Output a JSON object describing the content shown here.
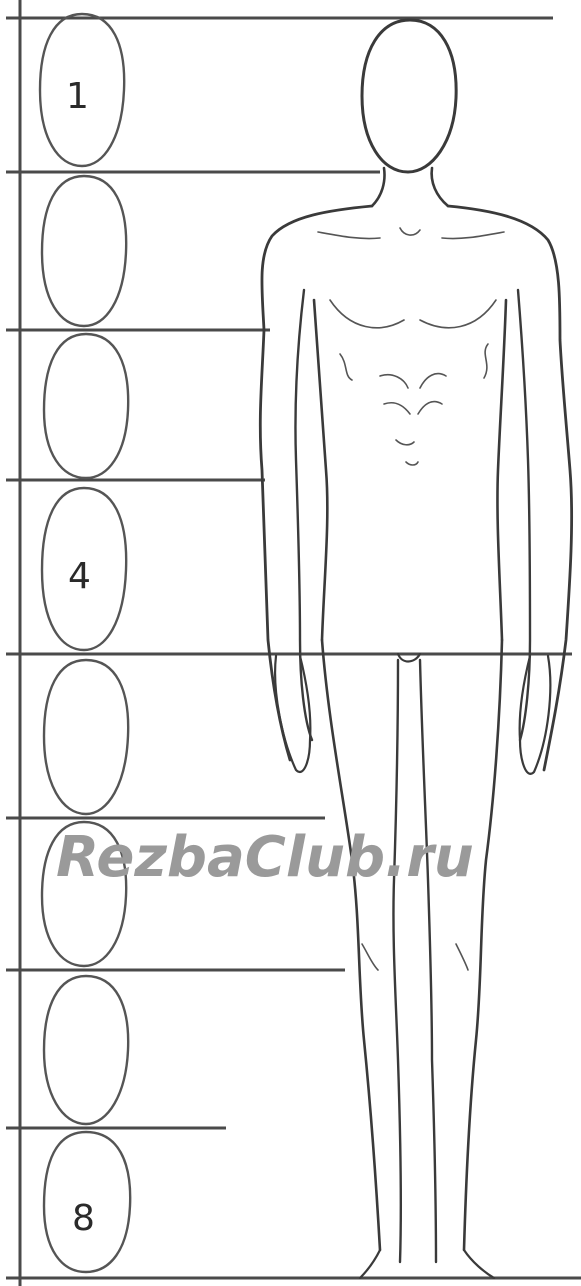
{
  "head_labels": [
    {
      "index": 1,
      "text": "1"
    },
    {
      "index": 2,
      "text": ""
    },
    {
      "index": 3,
      "text": ""
    },
    {
      "index": 4,
      "text": "4"
    },
    {
      "index": 5,
      "text": ""
    },
    {
      "index": 6,
      "text": ""
    },
    {
      "index": 7,
      "text": ""
    },
    {
      "index": 8,
      "text": "8"
    }
  ],
  "watermark": "RezbaClub.ru",
  "colors": {
    "ink": "#3a3a3a",
    "watermark": "#9a9a9a",
    "background": "#ffffff"
  }
}
